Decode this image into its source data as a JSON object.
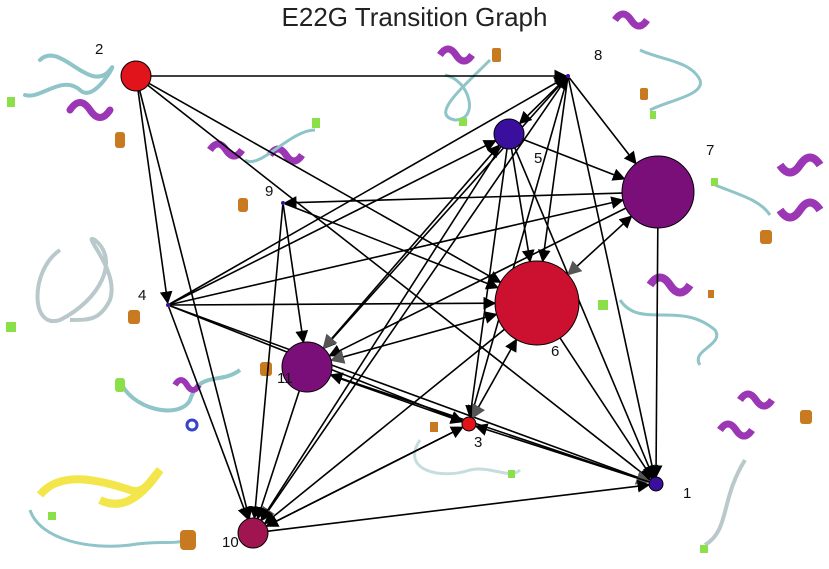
{
  "title": "E22G Transition Graph",
  "colors": {
    "edge": "#000000",
    "arrow_highlight": "#555555",
    "blue": "#3a0f9e",
    "purple": "#7a0f7a",
    "red": "#e1131b",
    "crimson": "#cc1030",
    "darkred": "#a0154f"
  },
  "nodes": [
    {
      "id": "1",
      "label": "1",
      "size": 1,
      "color": "blue"
    },
    {
      "id": "2",
      "label": "2",
      "size": 2,
      "color": "red"
    },
    {
      "id": "3",
      "label": "3",
      "size": 1,
      "color": "red"
    },
    {
      "id": "4",
      "label": "4",
      "size": 0,
      "color": "blue"
    },
    {
      "id": "5",
      "label": "5",
      "size": 2,
      "color": "blue"
    },
    {
      "id": "6",
      "label": "6",
      "size": 5,
      "color": "crimson"
    },
    {
      "id": "7",
      "label": "7",
      "size": 4,
      "color": "purple"
    },
    {
      "id": "8",
      "label": "8",
      "size": 0,
      "color": "blue"
    },
    {
      "id": "9",
      "label": "9",
      "size": 0,
      "color": "blue"
    },
    {
      "id": "10",
      "label": "10",
      "size": 2,
      "color": "darkred"
    },
    {
      "id": "11",
      "label": "11",
      "size": 3,
      "color": "purple"
    }
  ],
  "edges": [
    [
      "2",
      "8"
    ],
    [
      "2",
      "4"
    ],
    [
      "2",
      "10"
    ],
    [
      "2",
      "1"
    ],
    [
      "2",
      "6"
    ],
    [
      "4",
      "8"
    ],
    [
      "4",
      "5"
    ],
    [
      "4",
      "7"
    ],
    [
      "4",
      "6"
    ],
    [
      "4",
      "1"
    ],
    [
      "4",
      "10"
    ],
    [
      "4",
      "3"
    ],
    [
      "8",
      "5"
    ],
    [
      "8",
      "7"
    ],
    [
      "8",
      "6"
    ],
    [
      "8",
      "11"
    ],
    [
      "8",
      "10"
    ],
    [
      "8",
      "3"
    ],
    [
      "8",
      "1"
    ],
    [
      "5",
      "7"
    ],
    [
      "5",
      "6"
    ],
    [
      "5",
      "11"
    ],
    [
      "5",
      "10"
    ],
    [
      "5",
      "3"
    ],
    [
      "5",
      "1"
    ],
    [
      "7",
      "6"
    ],
    [
      "7",
      "11"
    ],
    [
      "7",
      "1"
    ],
    [
      "7",
      "9"
    ],
    [
      "6",
      "11"
    ],
    [
      "6",
      "3"
    ],
    [
      "6",
      "10"
    ],
    [
      "6",
      "1"
    ],
    [
      "11",
      "1"
    ],
    [
      "11",
      "3"
    ],
    [
      "11",
      "10"
    ],
    [
      "10",
      "1"
    ],
    [
      "10",
      "3"
    ],
    [
      "1",
      "3"
    ],
    [
      "9",
      "10"
    ],
    [
      "9",
      "11"
    ],
    [
      "9",
      "6"
    ],
    [
      "3",
      "10"
    ]
  ]
}
